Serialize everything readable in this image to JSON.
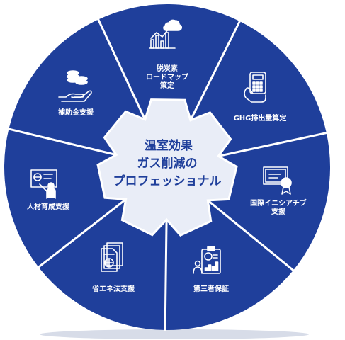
{
  "colors": {
    "segment": "#1f3f9b",
    "separator": "#ffffff",
    "center_fill": "#e9edf7",
    "center_text": "#1f3f9b",
    "shadow": "#d7dce8"
  },
  "center": {
    "lines": [
      "温室効果",
      "ガス削減の",
      "プロフェッショナル"
    ]
  },
  "segments": [
    {
      "id": "roadmap",
      "icon": "chart-cloud-icon",
      "lines": [
        "脱炭素",
        "ロードマップ",
        "策定"
      ]
    },
    {
      "id": "ghg",
      "icon": "calculator-hand-icon",
      "lines": [
        "GHG排出量算定"
      ]
    },
    {
      "id": "initiative",
      "icon": "certificate-icon",
      "lines": [
        "国際イニシアチブ",
        "支援"
      ]
    },
    {
      "id": "third-party",
      "icon": "clipboard-chart-icon",
      "lines": [
        "第三者保証"
      ]
    },
    {
      "id": "energy-law",
      "icon": "documents-icon",
      "lines": [
        "省エネ法支援"
      ]
    },
    {
      "id": "training",
      "icon": "presentation-icon",
      "lines": [
        "人材育成支援"
      ]
    },
    {
      "id": "subsidy",
      "icon": "coins-hand-icon",
      "lines": [
        "補助金支援"
      ]
    }
  ]
}
